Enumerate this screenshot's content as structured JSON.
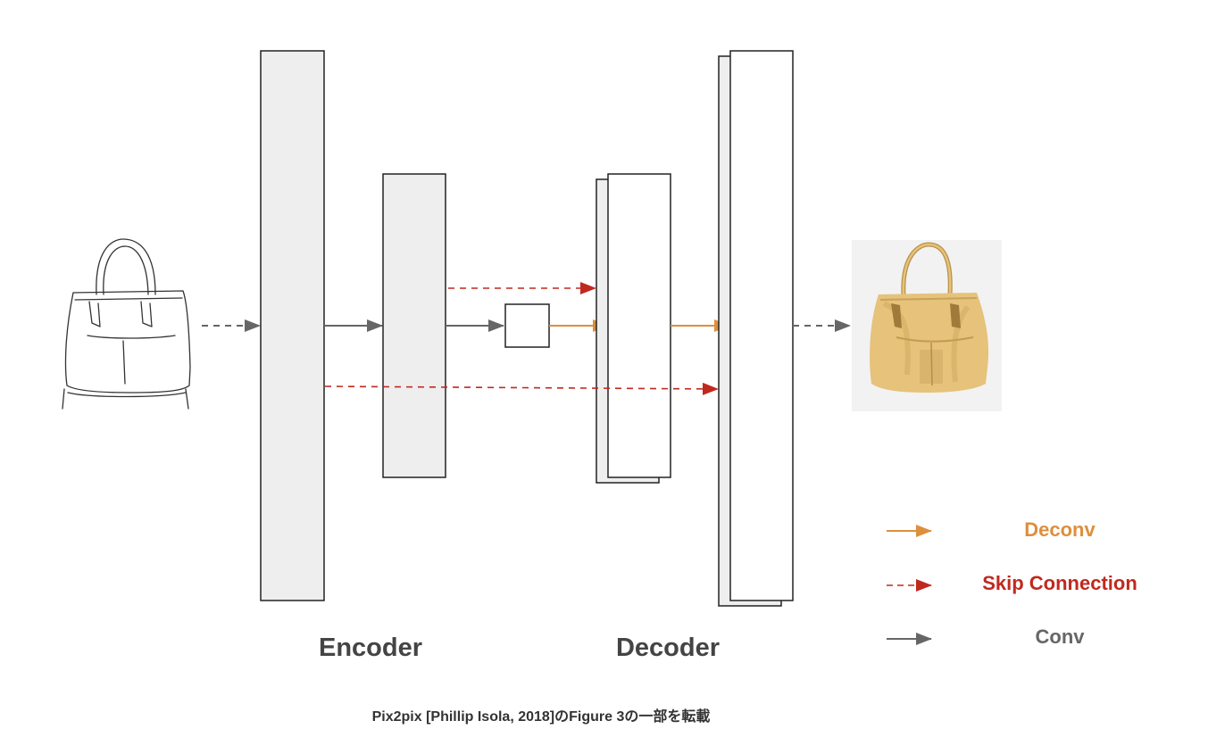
{
  "encoder_label": "Encoder",
  "decoder_label": "Decoder",
  "legend": {
    "deconv": {
      "label": "Deconv",
      "color": "#dd8f3c"
    },
    "skip": {
      "label": "Skip Connection",
      "color": "#c0291e"
    },
    "conv": {
      "label": "Conv",
      "color": "#666666"
    }
  },
  "caption": "Pix2pix [Phillip Isola, 2018]のFigure 3の一部を転載",
  "colors": {
    "encoder_fill": "#eeeeee",
    "decoder_fill": "#ffffff",
    "output_bg": "#f2f2f2",
    "bag_output": "#e6c27a"
  },
  "icons": {
    "input_image": "handbag-sketch-icon",
    "output_image": "handbag-photo-icon"
  }
}
